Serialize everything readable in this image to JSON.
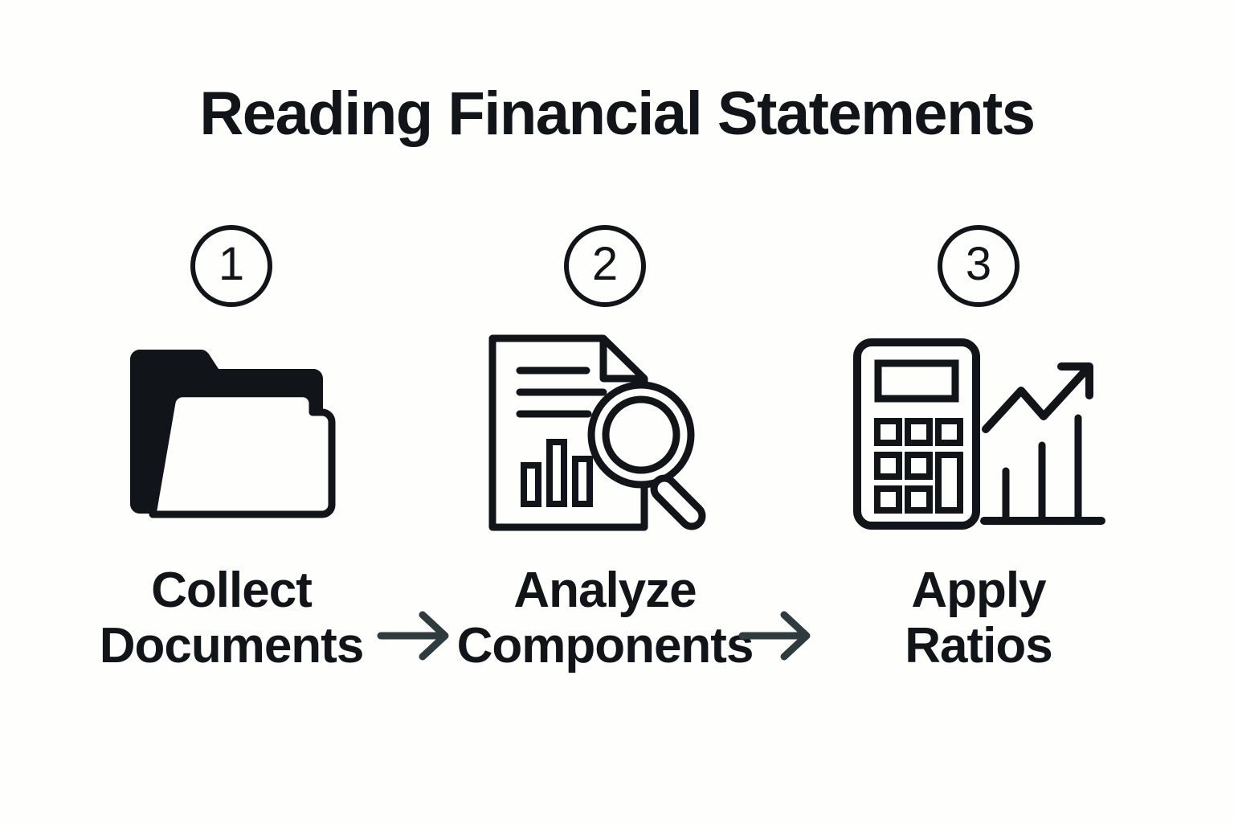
{
  "page": {
    "title": "Reading Financial Statements",
    "background_color": "#fefefd",
    "ink_color": "#111418",
    "arrow_color": "#2f3c3f"
  },
  "steps": [
    {
      "number": "1",
      "icon": "open-folder-icon",
      "label_line1": "Collect",
      "label_line2": "Documents"
    },
    {
      "number": "2",
      "icon": "document-magnifier-icon",
      "label_line1": "Analyze",
      "label_line2": "Components"
    },
    {
      "number": "3",
      "icon": "calculator-growth-chart-icon",
      "label_line1": "Apply",
      "label_line2": "Ratios"
    }
  ],
  "connectors": [
    {
      "name": "arrow-step1-to-step2",
      "icon": "arrow-right-icon"
    },
    {
      "name": "arrow-step2-to-step3",
      "icon": "arrow-right-icon"
    }
  ]
}
